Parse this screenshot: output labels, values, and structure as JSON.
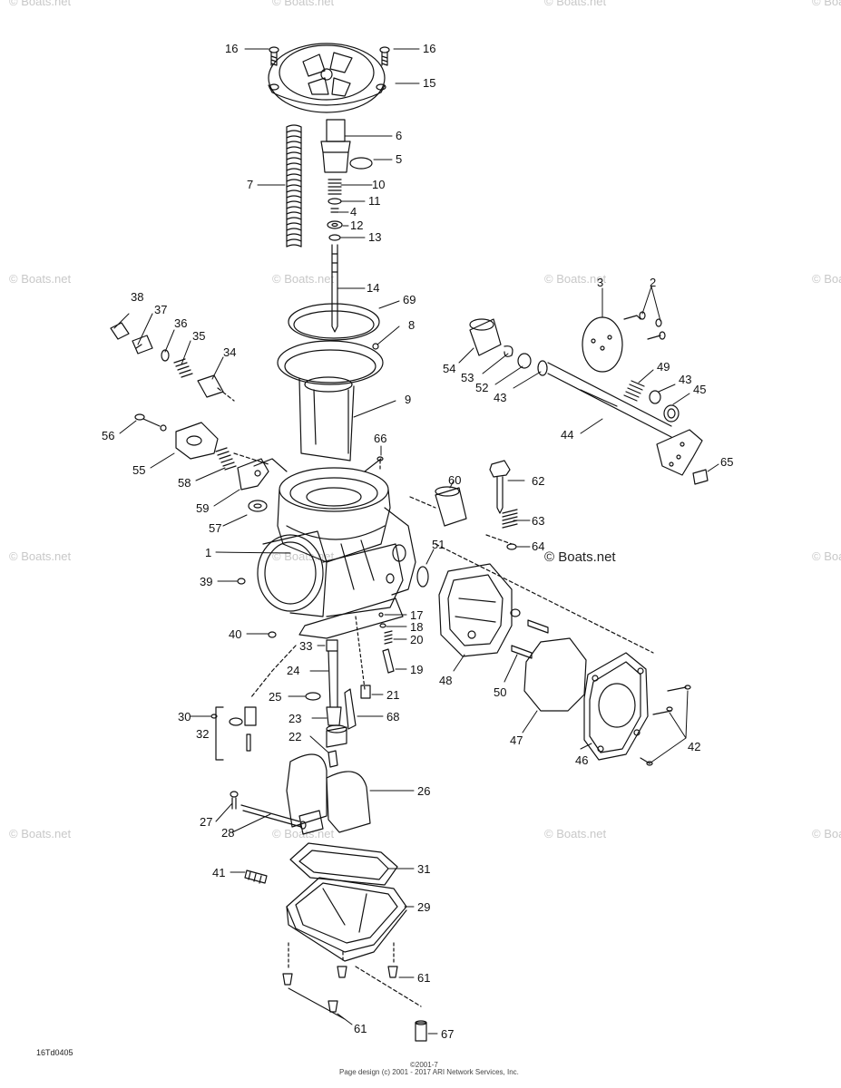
{
  "labels": [
    "16",
    "16",
    "15",
    "6",
    "5",
    "7",
    "10",
    "11",
    "4",
    "12",
    "13",
    "14",
    "69",
    "8",
    "9",
    "38",
    "37",
    "36",
    "35",
    "34",
    "3",
    "2",
    "49",
    "43",
    "45",
    "54",
    "53",
    "52",
    "43",
    "44",
    "65",
    "56",
    "55",
    "58",
    "59",
    "57",
    "66",
    "60",
    "62",
    "63",
    "64",
    "51",
    "1",
    "39",
    "40",
    "17",
    "18",
    "20",
    "19",
    "21",
    "68",
    "33",
    "24",
    "25",
    "23",
    "22",
    "48",
    "50",
    "47",
    "46",
    "42",
    "30",
    "32",
    "26",
    "27",
    "28",
    "41",
    "31",
    "29",
    "61",
    "61",
    "67"
  ],
  "watermark": {
    "text": "© Boats.net",
    "main_text": "© Boats.net"
  },
  "footer": {
    "code": "16Td0405",
    "copyright_line1": "©2001-7",
    "copyright_line2": "Page design (c) 2001 - 2017 ARI Network Services, Inc."
  }
}
